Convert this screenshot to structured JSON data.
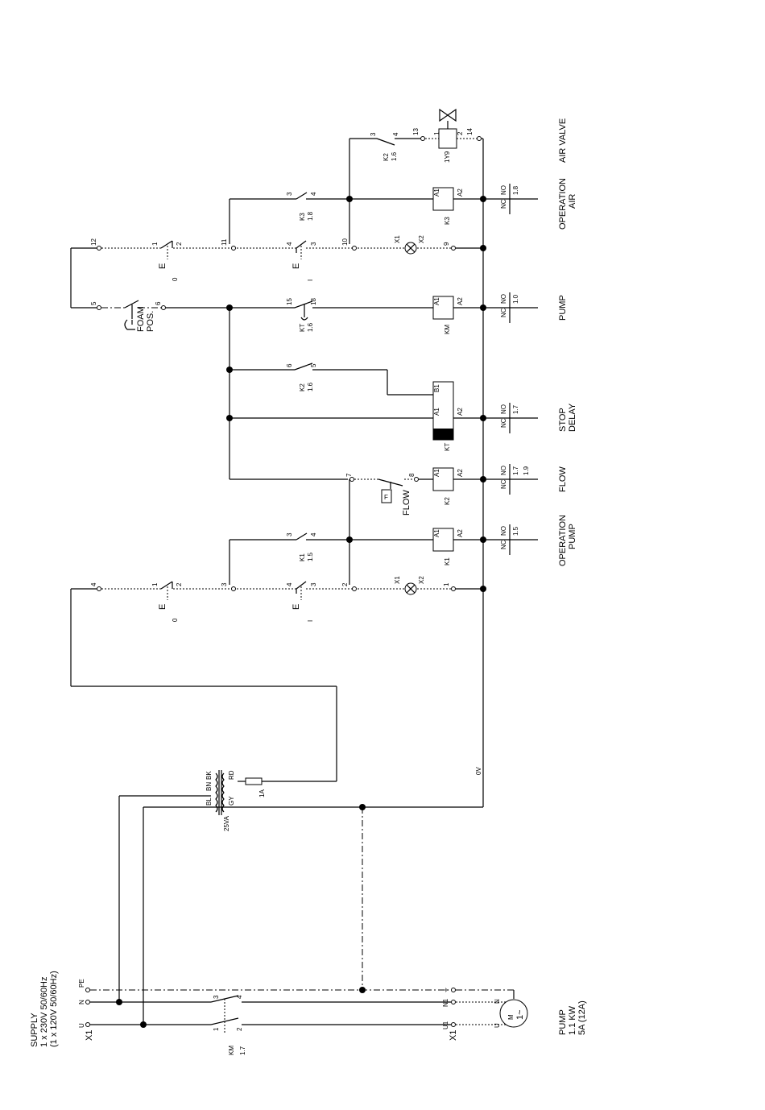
{
  "supply": {
    "line1": "SUPPLY",
    "line2": "1 x 230V 50/60Hz",
    "line3": "(1 x 120V 50/60Hz)"
  },
  "supply_terminals": {
    "block": "X1",
    "u": "U",
    "n": "N",
    "pe": "PE"
  },
  "motor_terminals": {
    "block": "X1",
    "u1": "U1",
    "n1": "N1",
    "pe": "⏚"
  },
  "motor": {
    "name": "PUMP",
    "power": "1.1 KW",
    "current": "5A (12A)",
    "symbol": "M",
    "phase": "1~",
    "u": "U",
    "n": "N"
  },
  "contactor_km": {
    "name": "KM",
    "ref": "1.7",
    "c1": "1",
    "c2": "2",
    "c3": "3",
    "c4": "4"
  },
  "transformer": {
    "rating": "25VA",
    "bl": "BL",
    "bn": "BN",
    "bk": "BK",
    "gy": "GY",
    "rd": "RD"
  },
  "fuse": {
    "rating": "1A"
  },
  "zero_volt": "0V",
  "switch_symbol": "E",
  "pos_0": "0",
  "pos_1": "I",
  "foam": {
    "line1": "FOAM",
    "line2": "POS.",
    "t5": "5",
    "t6": "6",
    "t12": "12"
  },
  "pump_branch": {
    "t1a": "1",
    "t2a": "2",
    "t3": "3",
    "t4": "4",
    "t4b": "4",
    "t3b": "3",
    "t2": "2",
    "t1": "1",
    "k1_3": "3",
    "k1_4": "4",
    "k1_name": "K1",
    "k1_ref": "1.5",
    "x1": "X1",
    "x2": "X2",
    "a1": "A1",
    "a2": "A2",
    "coil": "K1",
    "no": "NO",
    "nc": "NC",
    "ref": "1.5",
    "title1": "OPERATION",
    "title2": "PUMP"
  },
  "flow_branch": {
    "t7": "7",
    "t8": "8",
    "f": "F",
    "label": "FLOW",
    "a1": "A1",
    "a2": "A2",
    "coil": "K2",
    "no": "NO",
    "nc": "NC",
    "ref1": "1.7",
    "ref2": "1.9",
    "title": "FLOW"
  },
  "delay_branch": {
    "c6": "6",
    "c5": "5",
    "k2_name": "K2",
    "k2_ref": "1.6",
    "b1": "B1",
    "a1": "A1",
    "a2": "A2",
    "coil": "KT",
    "no": "NO",
    "nc": "NC",
    "ref": "1.7",
    "title1": "STOP",
    "title2": "DELAY"
  },
  "km_branch": {
    "c15": "15",
    "c18": "18",
    "kt_name": "KT",
    "kt_ref": "1.6",
    "a1": "A1",
    "a2": "A2",
    "coil": "KM",
    "no": "NO",
    "nc": "NC",
    "ref": "1.0",
    "title": "PUMP"
  },
  "air_branch": {
    "t1": "1",
    "t2": "2",
    "t11": "11",
    "t4": "4",
    "t3": "3",
    "t10": "10",
    "t9": "9",
    "k3_3": "3",
    "k3_4": "4",
    "k3_name": "K3",
    "k3_ref": "1.8",
    "x1": "X1",
    "x2": "X2",
    "a1": "A1",
    "a2": "A2",
    "coil": "K3",
    "no": "NO",
    "nc": "NC",
    "ref": "1.8",
    "title1": "OPERATION",
    "title2": "AIR"
  },
  "valve_branch": {
    "c3": "3",
    "c4": "4",
    "k2_name": "K2",
    "k2_ref": "1.6",
    "t13": "13",
    "t14": "14",
    "v1": "1",
    "v2": "2",
    "coil": "1Y9",
    "title": "AIR VALVE"
  }
}
